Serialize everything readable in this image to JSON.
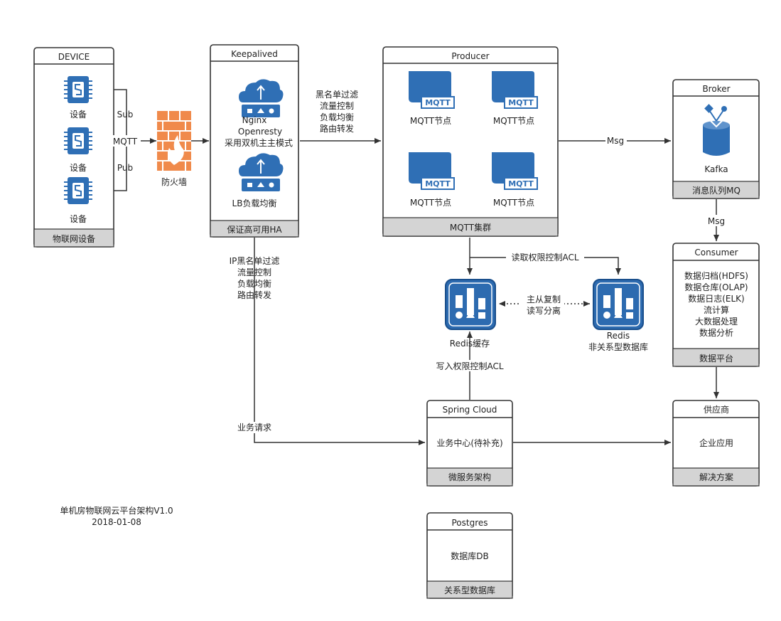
{
  "device": {
    "title": "DEVICE",
    "footer": "物联网设备",
    "items": [
      "设备",
      "设备",
      "设备"
    ]
  },
  "links": {
    "sub": "Sub",
    "mqtt": "MQTT",
    "pub": "Pub"
  },
  "firewall": {
    "label": "防火墙"
  },
  "keepalived": {
    "title": "Keepalived",
    "footer": "保证高可用HA",
    "nginx_lines": [
      "Nginx",
      "Openresty",
      "采用双机主主模式"
    ],
    "lb_label": "LB负载均衡"
  },
  "edge_to_producer": [
    "黑名单过滤",
    "流量控制",
    "负载均衡",
    "路由转发"
  ],
  "producer": {
    "title": "Producer",
    "footer": "MQTT集群",
    "node_label": "MQTT节点",
    "node_tag": "MQTT"
  },
  "broker": {
    "title": "Broker",
    "footer": "消息队列MQ",
    "item": "Kafka"
  },
  "msg_1": "Msg",
  "msg_2": "Msg",
  "consumer": {
    "title": "Consumer",
    "footer": "数据平台",
    "lines": [
      "数据归档(HDFS)",
      "数据仓库(OLAP)",
      "数据日志(ELK)",
      "流计算",
      "大数据处理",
      "数据分析"
    ]
  },
  "ip_filter": [
    "IP黑名单过滤",
    "流量控制",
    "负载均衡",
    "路由转发"
  ],
  "acl_read": "读取权限控制ACL",
  "redis_cache": {
    "label": "Redis缓存"
  },
  "redis_db": {
    "label_1": "Redis",
    "label_2": "非关系型数据库"
  },
  "replication": [
    "主从复制",
    "读写分离"
  ],
  "acl_write": "写入权限控制ACL",
  "business_request": "业务请求",
  "spring": {
    "title": "Spring Cloud",
    "body": "业务中心(待补充)",
    "footer": "微服务架构"
  },
  "supplier": {
    "title": "供应商",
    "body": "企业应用",
    "footer": "解决方案"
  },
  "postgres": {
    "title": "Postgres",
    "body": "数据库DB",
    "footer": "关系型数据库"
  },
  "caption": {
    "line1": "单机房物联网云平台架构V1.0",
    "line2": "2018-01-08"
  },
  "colors": {
    "chip": "#2f6fb5",
    "firewall": "#f08a4b",
    "node": "#2f6fb5",
    "footer": "#d4d4d4"
  }
}
